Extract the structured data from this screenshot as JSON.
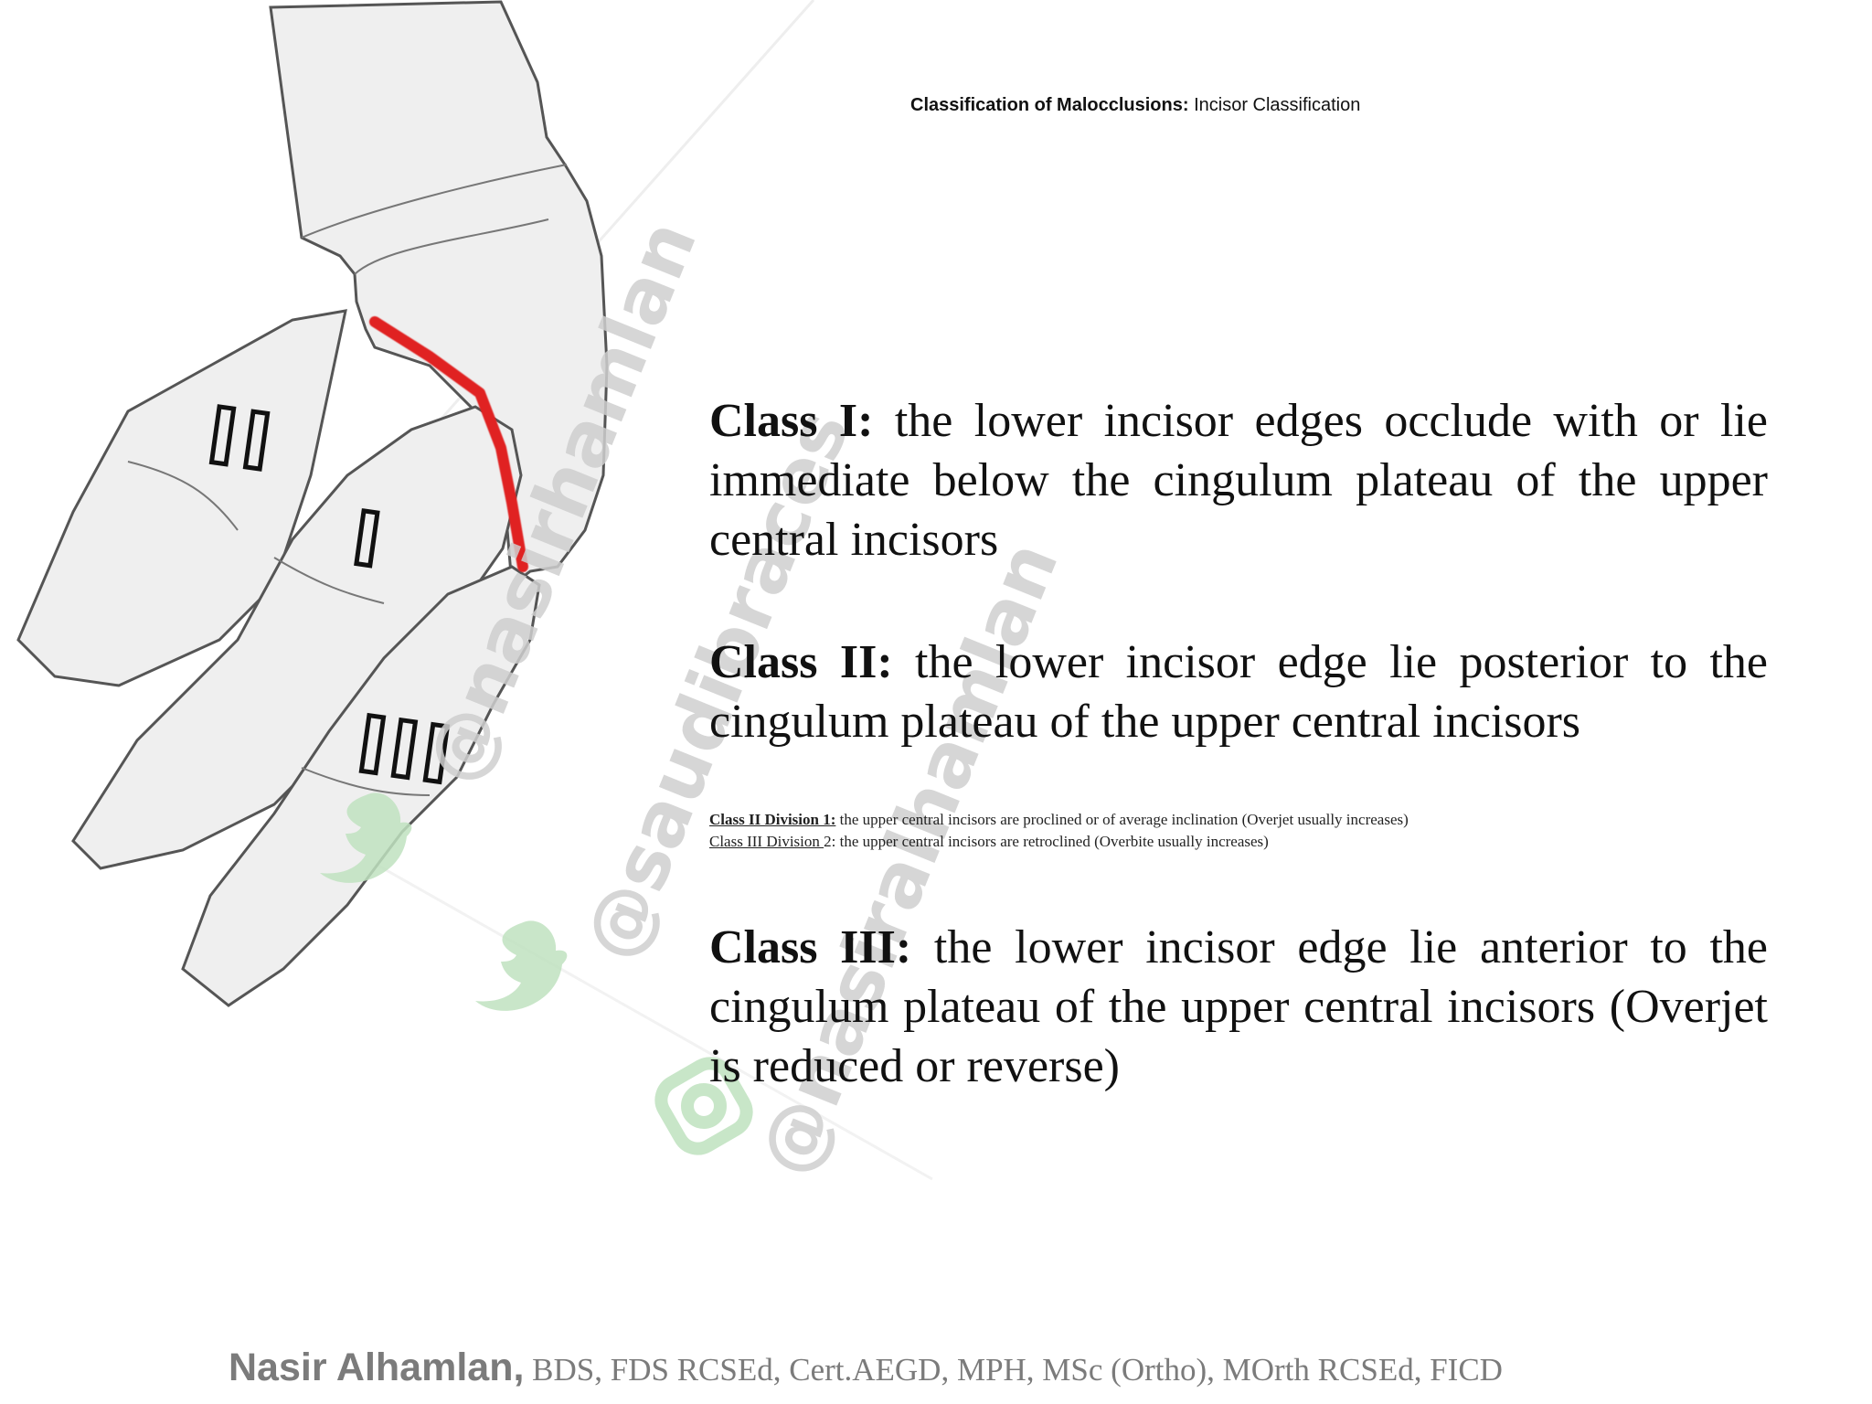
{
  "header": {
    "title_bold": "Classification of Malocclusions:",
    "title_rest": " Incisor Classification"
  },
  "classes": [
    {
      "label": "Class I:",
      "text": " the lower incisor edges occlude with or lie immediate below the cingulum plateau of the upper central incisors"
    },
    {
      "label": "Class II:",
      "text": " the lower incisor edge lie posterior to the cingulum plateau of the upper central incisors"
    },
    {
      "label": "Class III:",
      "text": " the lower incisor edge lie anterior to the cingulum plateau of the upper central incisors (Overjet is reduced or reverse)"
    }
  ],
  "notes": [
    {
      "label": "Class II Division 1:",
      "text": " the upper central incisors are proclined or of average inclination (Overjet usually increases)"
    },
    {
      "label": "Class III Division ",
      "text": "2: the upper central incisors are retroclined (Overbite usually increases)"
    }
  ],
  "illustration_labels": [
    "II",
    "I",
    "III"
  ],
  "watermarks": [
    "@nasirhamlan",
    "@saudibraces",
    "@nasiralhamlan"
  ],
  "footer": {
    "name": "Nasir Alhamlan,",
    "credentials": " BDS, FDS RCSEd, Cert.AEGD, MPH, MSc (Ortho), MOrth RCSEd, FICD"
  },
  "colors": {
    "cingulum_line": "#e02020",
    "watermark": "#cfcfcf",
    "twitter_icon": "#bfe2bf",
    "footer_text": "#7b7b7b"
  }
}
